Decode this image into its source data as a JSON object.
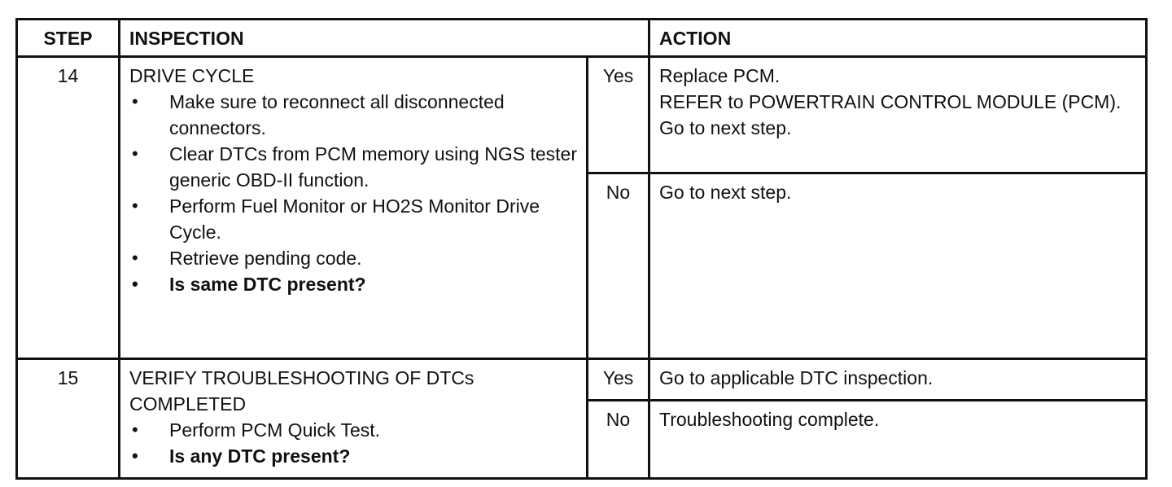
{
  "header": {
    "step": "STEP",
    "inspection": "INSPECTION",
    "action": "ACTION"
  },
  "rows": [
    {
      "step": "14",
      "title": "DRIVE CYCLE",
      "bullets": [
        "Make sure to reconnect all disconnected connectors.",
        "Clear DTCs from PCM memory using NGS tester generic OBD-II function.",
        "Perform Fuel Monitor or HO2S Monitor Drive Cycle.",
        "Retrieve pending code."
      ],
      "question": "Is same DTC present?",
      "yes_label": "Yes",
      "yes_action": [
        "Replace PCM.",
        "REFER to POWERTRAIN CONTROL MODULE (PCM).",
        "Go to next step."
      ],
      "no_label": "No",
      "no_action": "Go to next step."
    },
    {
      "step": "15",
      "title": "VERIFY TROUBLESHOOTING OF DTCs COMPLETED",
      "bullets": [
        "Perform PCM Quick Test."
      ],
      "question": "Is any DTC present?",
      "yes_label": "Yes",
      "yes_action": "Go to applicable DTC inspection.",
      "no_label": "No",
      "no_action": "Troubleshooting complete."
    }
  ]
}
